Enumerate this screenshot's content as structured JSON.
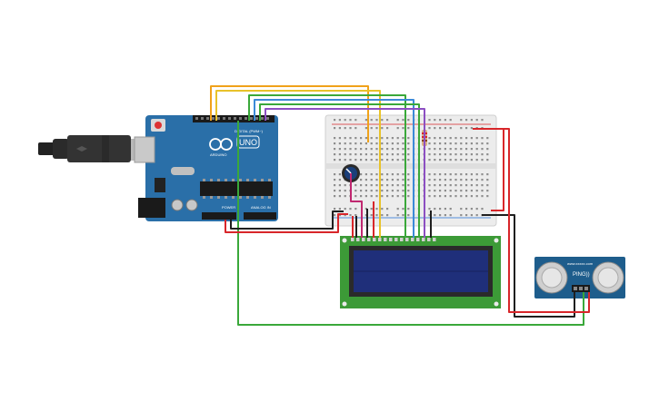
{
  "arduino": {
    "brand": "ARDUINO",
    "model": "UNO",
    "digital_header": "DIGITAL (PWM~)",
    "power_header": "POWER",
    "analog_header": "ANALOG IN",
    "on_label": "ON"
  },
  "sensor": {
    "label": "PING))",
    "site": "www.xxxxx.com"
  },
  "colors": {
    "board": "#2a6fa8",
    "board_dark": "#1d5585",
    "breadboard": "#ececec",
    "lcd_pcb": "#3c9a37",
    "lcd_screen": "#1f2f7a",
    "sensor": "#1e5d8c",
    "wire_red": "#d8262a",
    "wire_black": "#1f1f1f",
    "wire_green": "#3aa83a",
    "wire_orange": "#f0a21a",
    "wire_yellow": "#e8c22a",
    "wire_blue": "#3c8ad8",
    "wire_purple": "#8c4fc2",
    "wire_magenta": "#c02870"
  }
}
